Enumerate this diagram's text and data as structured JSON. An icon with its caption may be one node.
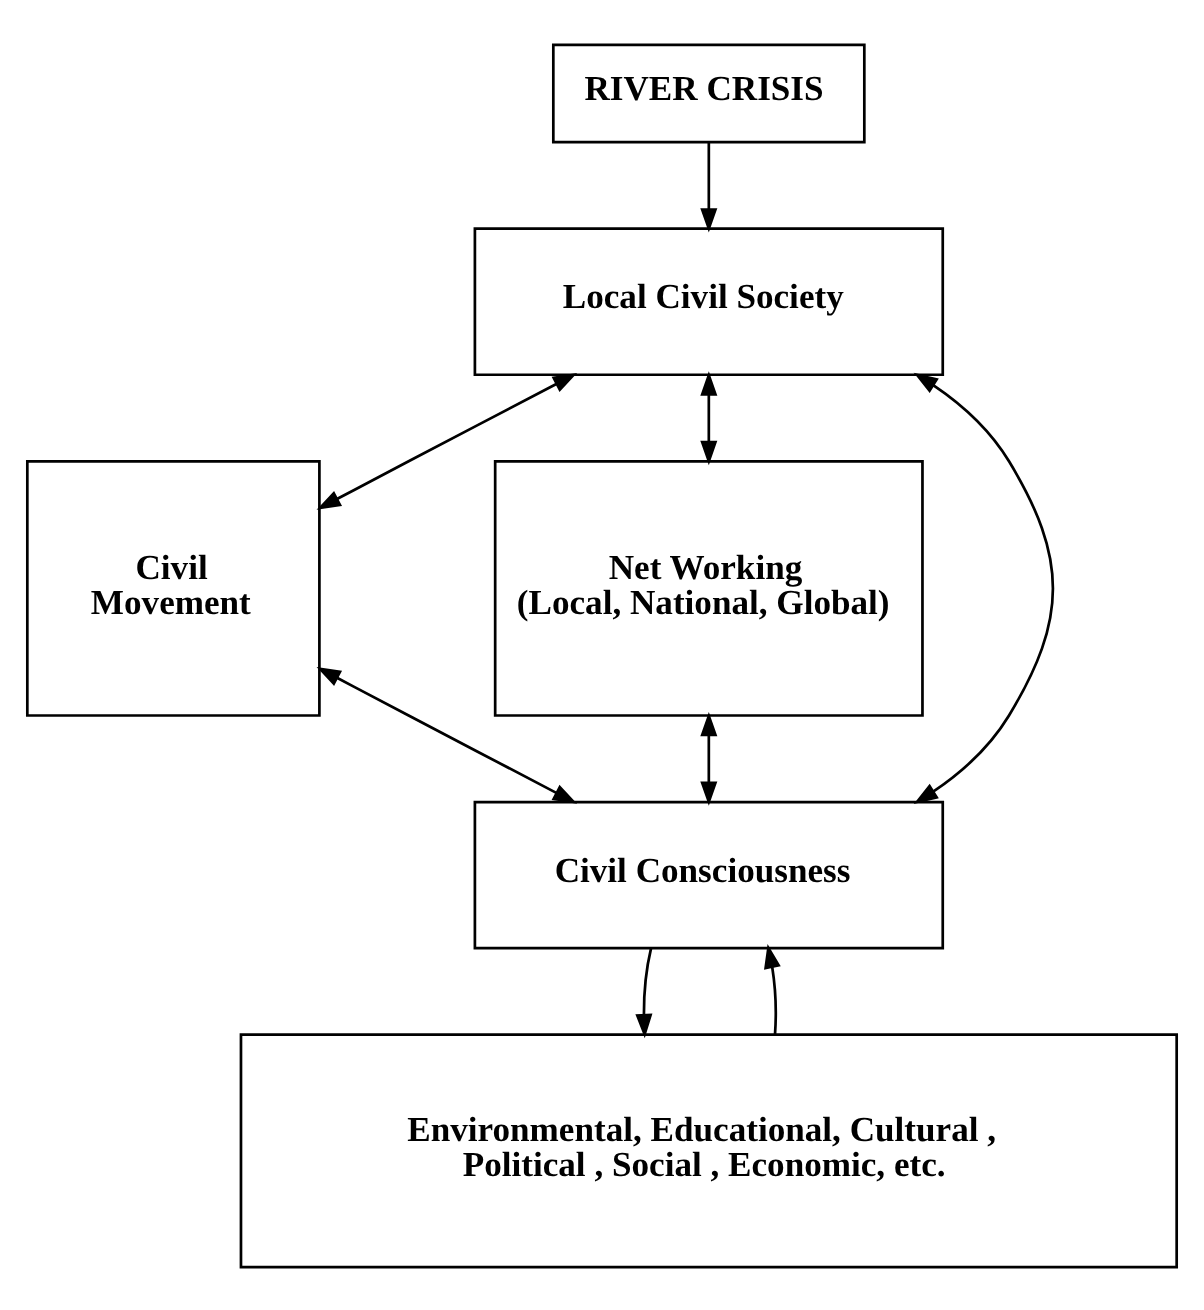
{
  "diagram": {
    "nodes": [
      {
        "text": [
          "RIVER CRISIS"
        ]
      },
      {
        "text": [
          "Local Civil Society"
        ]
      },
      {
        "text": [
          "Civil Movement"
        ]
      },
      {
        "text": [
          "Net Working (Local, National, Global)"
        ]
      },
      {
        "text": [
          "Civil Consciousness"
        ]
      },
      {
        "text": [
          "Environmental, Educational, Cultural , Political , Social , Economic, etc."
        ]
      }
    ],
    "edges": [
      {
        "from": 0,
        "to": 1,
        "arrow": "to"
      },
      {
        "from": 1,
        "to": 2,
        "arrow": "both"
      },
      {
        "from": 1,
        "to": 4,
        "arrow": "both"
      },
      {
        "from": 1,
        "to": 3,
        "arrow": "both"
      },
      {
        "from": 2,
        "to": 4,
        "arrow": "both"
      },
      {
        "from": 3,
        "to": 4,
        "arrow": "both"
      },
      {
        "from": 4,
        "to": 5,
        "arrow": "to"
      },
      {
        "from": 5,
        "to": 4,
        "arrow": "to"
      }
    ]
  }
}
